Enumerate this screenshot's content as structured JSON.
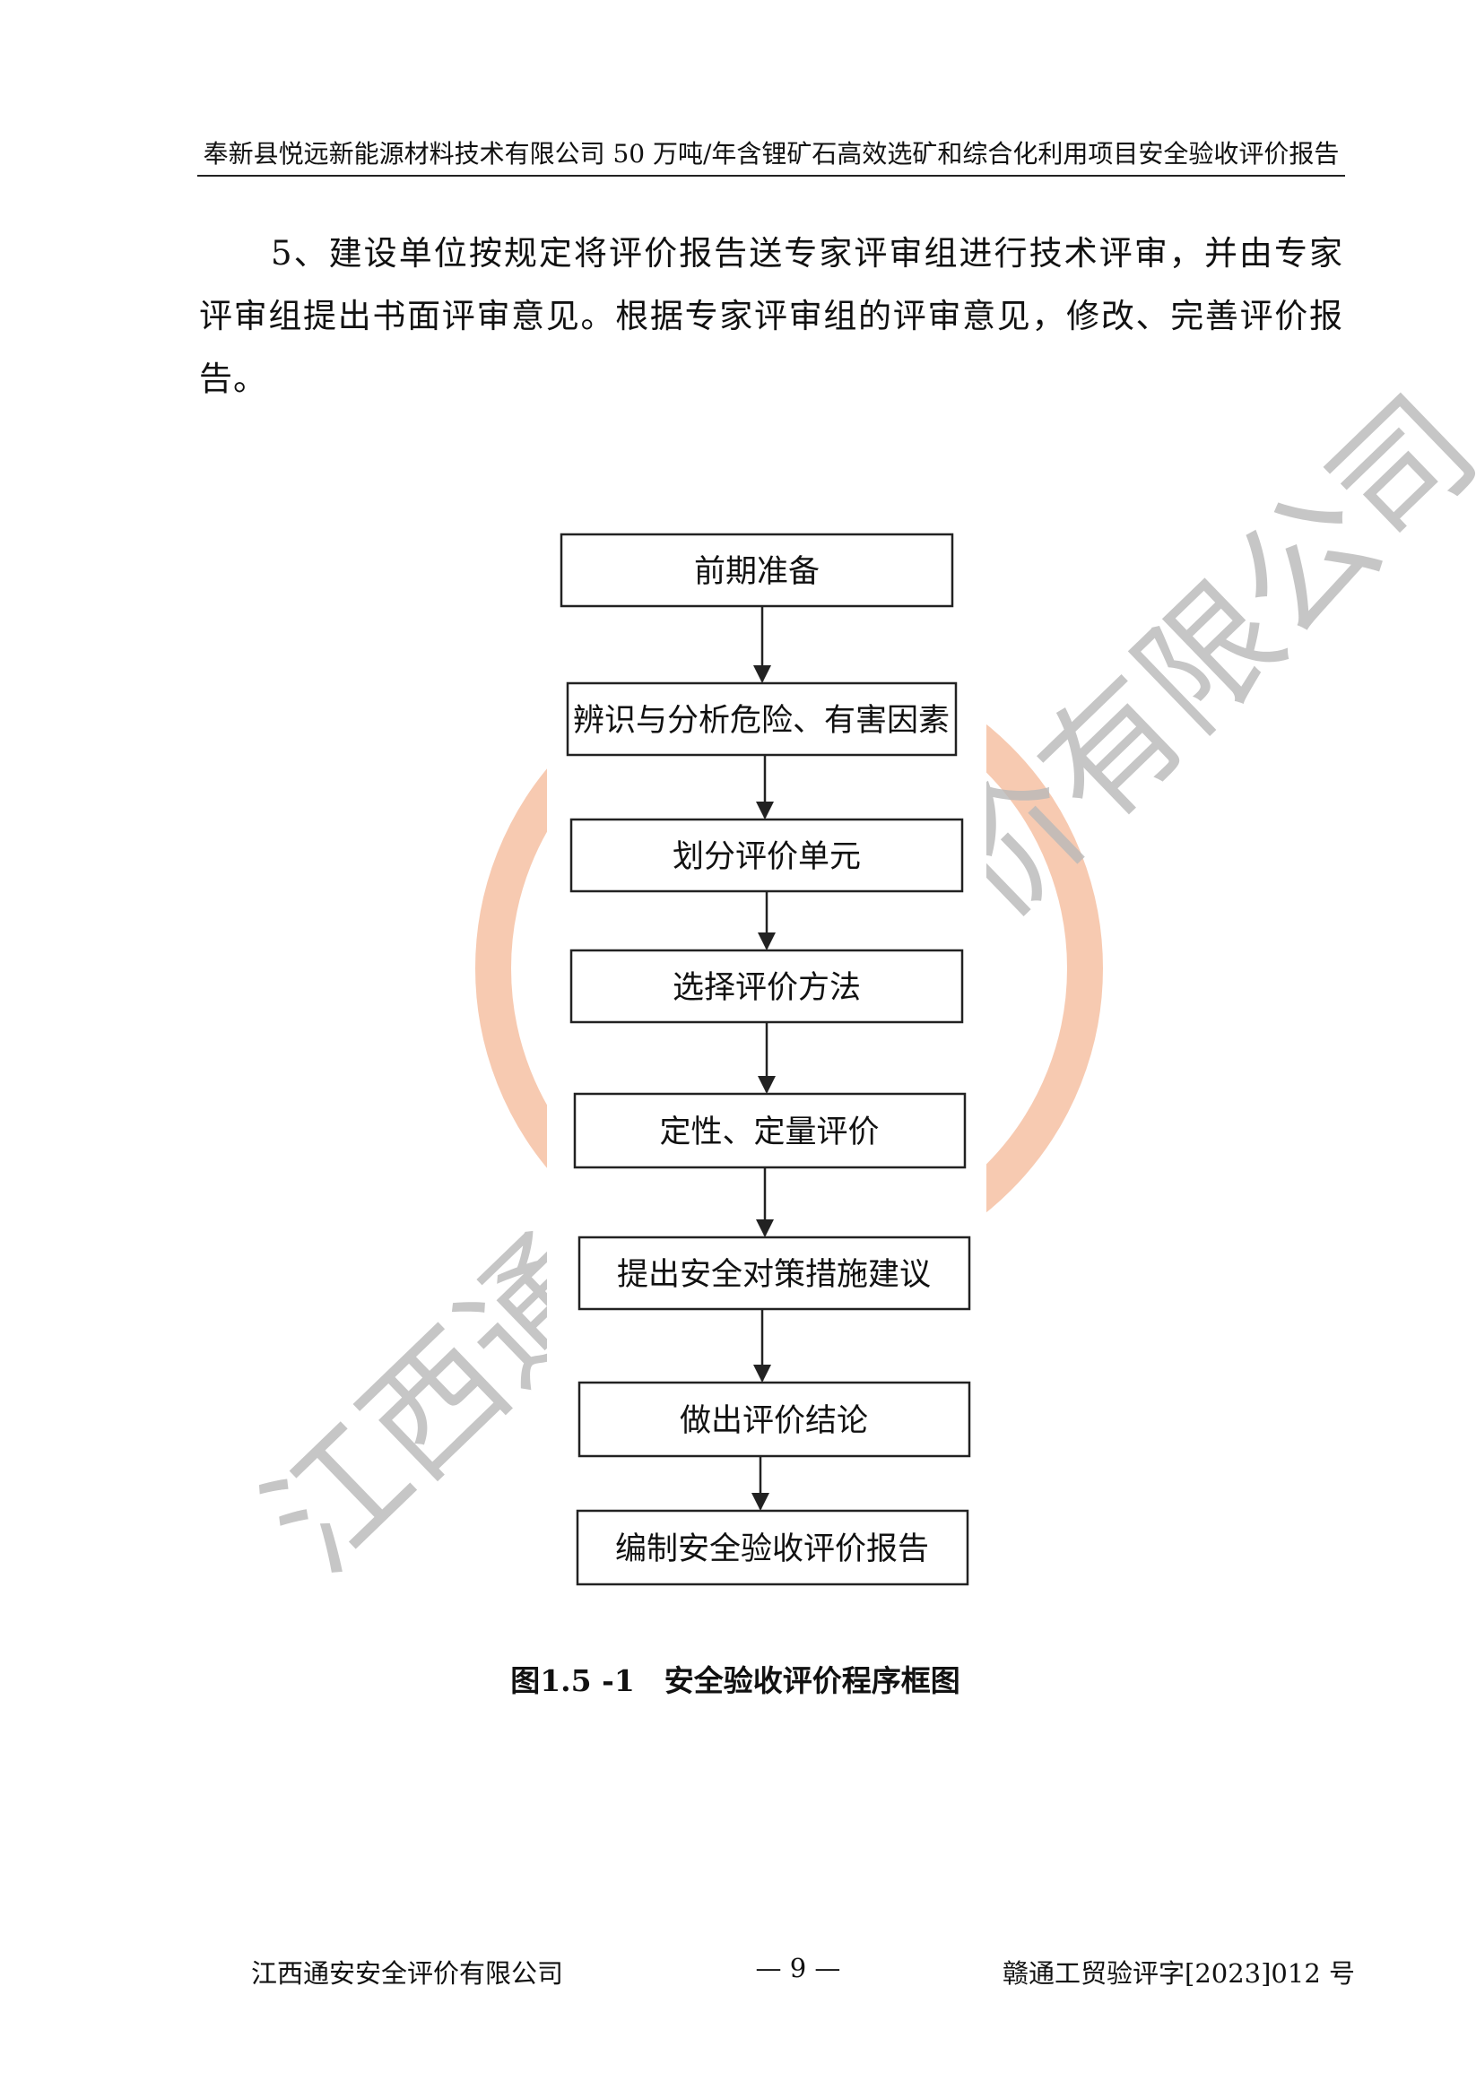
{
  "header": {
    "title": "奉新县悦远新能源材料技术有限公司 50 万吨/年含锂矿石高效选矿和综合化利用项目安全验收评价报告"
  },
  "body": {
    "paragraph": "5、建设单位按规定将评价报告送专家评审组进行技术评审，并由专家评审组提出书面评审意见。根据专家评审组的评审意见，修改、完善评价报告。"
  },
  "flowchart": {
    "steps": [
      "前期准备",
      "辨识与分析危险、有害因素",
      "划分评价单元",
      "选择评价方法",
      "定性、定量评价",
      "提出安全对策措施建议",
      "做出评价结论",
      "编制安全验收评价报告"
    ]
  },
  "figure": {
    "caption": "图1.5 -1　安全验收评价程序框图"
  },
  "watermark": {
    "text": "江西通安安全评价有限公司",
    "seal_color": "#f6c4a8",
    "text_color": "#b9b9b9"
  },
  "footer": {
    "company": "江西通安安全评价有限公司",
    "page_number": "— 9 —",
    "doc_number": "赣通工贸验评字[2023]012 号"
  }
}
